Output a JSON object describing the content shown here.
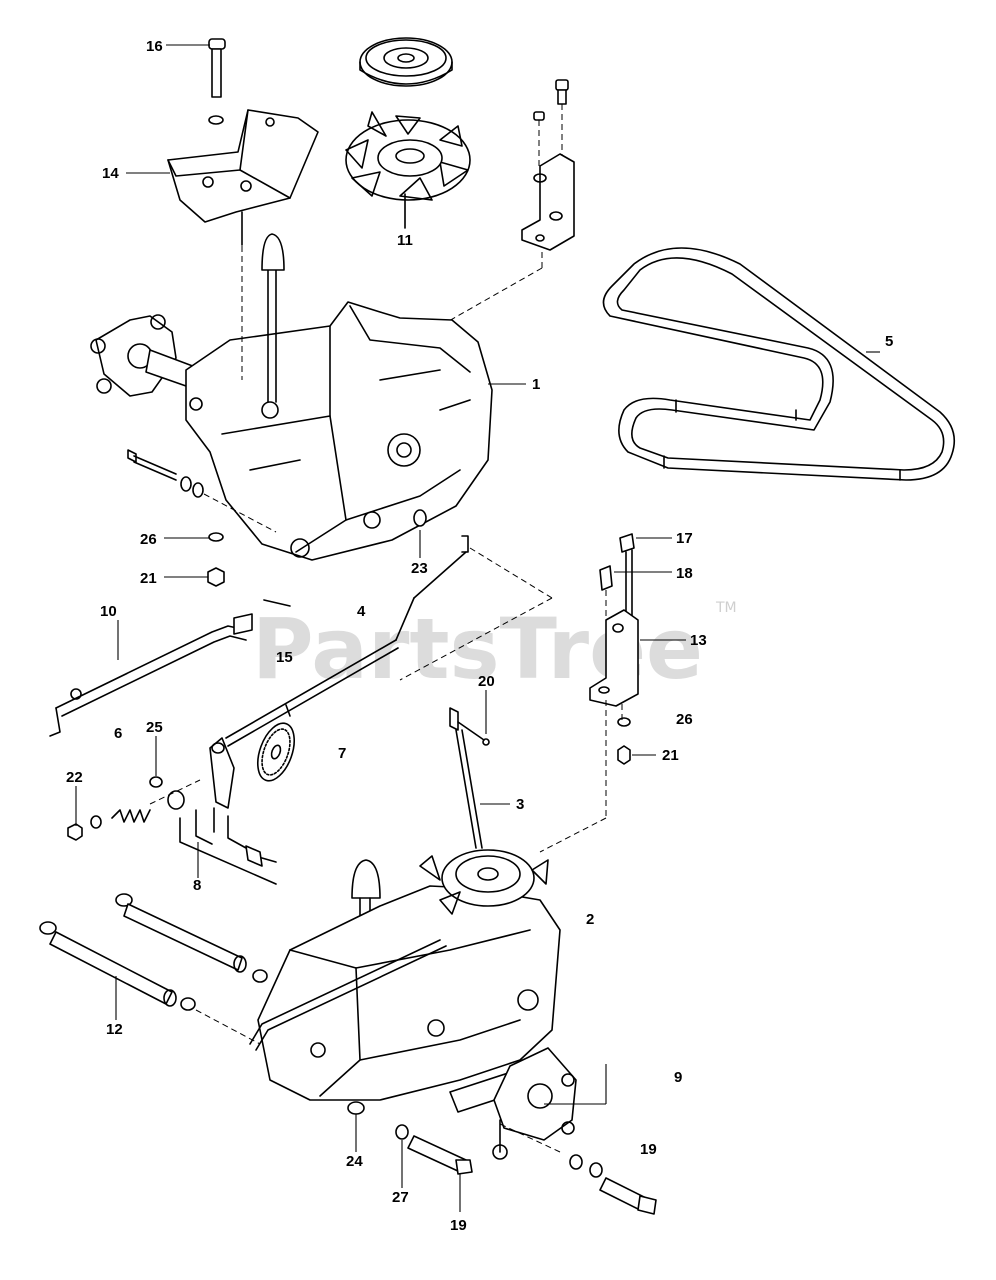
{
  "watermark": {
    "text": "PartsTree",
    "trademark": "TM"
  },
  "callouts": {
    "c1": "1",
    "c2": "2",
    "c3": "3",
    "c4": "4",
    "c5": "5",
    "c6": "6",
    "c7": "7",
    "c8": "8",
    "c9": "9",
    "c10": "10",
    "c11": "11",
    "c12": "12",
    "c13": "13",
    "c14": "14",
    "c15": "15",
    "c16": "16",
    "c17": "17",
    "c18": "18",
    "c19a": "19",
    "c19b": "19",
    "c20": "20",
    "c21a": "21",
    "c21b": "21",
    "c22": "22",
    "c23": "23",
    "c24": "24",
    "c25": "25",
    "c26a": "26",
    "c26b": "26",
    "c27": "27"
  }
}
